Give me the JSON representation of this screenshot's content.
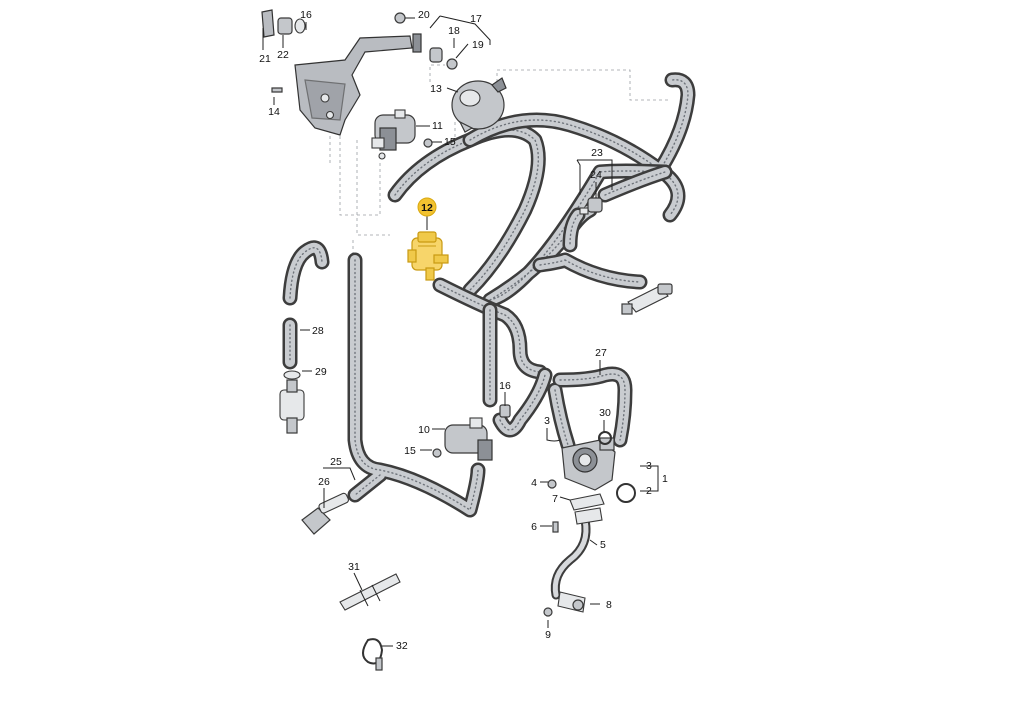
{
  "diagram": {
    "highlighted_callout": "12",
    "highlight_color": "#f2c230",
    "callouts": [
      {
        "id": "c1",
        "label": "1"
      },
      {
        "id": "c2",
        "label": "2"
      },
      {
        "id": "c3a",
        "label": "3"
      },
      {
        "id": "c3b",
        "label": "3"
      },
      {
        "id": "c4",
        "label": "4"
      },
      {
        "id": "c5",
        "label": "5"
      },
      {
        "id": "c6",
        "label": "6"
      },
      {
        "id": "c7",
        "label": "7"
      },
      {
        "id": "c8",
        "label": "8"
      },
      {
        "id": "c9",
        "label": "9"
      },
      {
        "id": "c10",
        "label": "10"
      },
      {
        "id": "c11",
        "label": "11"
      },
      {
        "id": "c12",
        "label": "12"
      },
      {
        "id": "c13",
        "label": "13"
      },
      {
        "id": "c14",
        "label": "14"
      },
      {
        "id": "c15a",
        "label": "15"
      },
      {
        "id": "c15b",
        "label": "15"
      },
      {
        "id": "c16a",
        "label": "16"
      },
      {
        "id": "c16b",
        "label": "16"
      },
      {
        "id": "c17",
        "label": "17"
      },
      {
        "id": "c18",
        "label": "18"
      },
      {
        "id": "c19",
        "label": "19"
      },
      {
        "id": "c20",
        "label": "20"
      },
      {
        "id": "c21",
        "label": "21"
      },
      {
        "id": "c22",
        "label": "22"
      },
      {
        "id": "c23",
        "label": "23"
      },
      {
        "id": "c24",
        "label": "24"
      },
      {
        "id": "c25",
        "label": "25"
      },
      {
        "id": "c26",
        "label": "26"
      },
      {
        "id": "c27",
        "label": "27"
      },
      {
        "id": "c28",
        "label": "28"
      },
      {
        "id": "c29",
        "label": "29"
      },
      {
        "id": "c30",
        "label": "30"
      },
      {
        "id": "c31",
        "label": "31"
      },
      {
        "id": "c32",
        "label": "32"
      }
    ]
  }
}
